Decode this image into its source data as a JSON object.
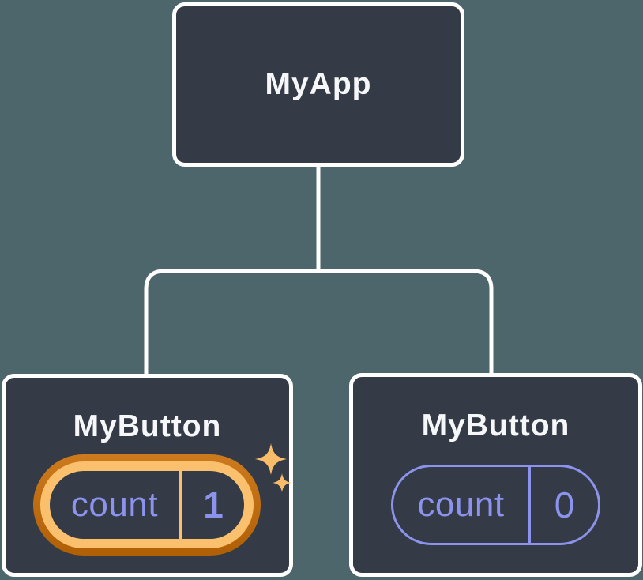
{
  "diagram": {
    "type": "component-tree",
    "root": {
      "label": "MyApp"
    },
    "children": [
      {
        "label": "MyButton",
        "state": {
          "key": "count",
          "value": "1"
        },
        "highlighted": true,
        "badge_icon": "sparkles"
      },
      {
        "label": "MyButton",
        "state": {
          "key": "count",
          "value": "0"
        },
        "highlighted": false
      }
    ]
  },
  "colors": {
    "bg": "#4c666c",
    "box_bg": "#343a46",
    "line": "#ffffff",
    "text": "#f6f7f9",
    "purple": "#8b93ec",
    "orange_outer_top": "#cd7a1e",
    "orange_outer_bottom": "#b05f05",
    "orange_inner": "#fbc06d",
    "sparkle": "#f9bd6a"
  }
}
